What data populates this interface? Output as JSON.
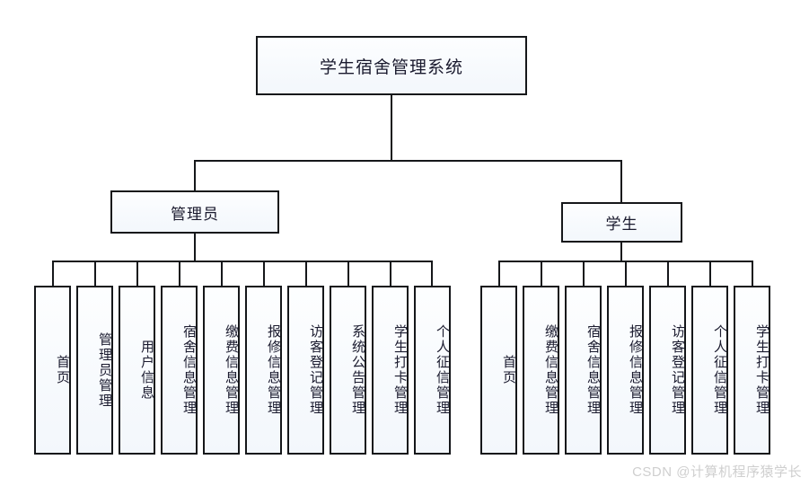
{
  "diagram": {
    "type": "hierarchy-tree",
    "title": "学生宿舍管理系统",
    "root": {
      "label": "学生宿舍管理系统"
    },
    "branches": [
      {
        "label": "管理员"
      },
      {
        "label": "学生"
      }
    ],
    "admin_leaves": [
      {
        "label": "首页"
      },
      {
        "label": "管理员管理"
      },
      {
        "label": "用户信息"
      },
      {
        "label": "宿舍信息管理"
      },
      {
        "label": "缴费信息管理"
      },
      {
        "label": "报修信息管理"
      },
      {
        "label": "访客登记管理"
      },
      {
        "label": "系统公告管理"
      },
      {
        "label": "学生打卡管理"
      },
      {
        "label": "个人征信管理"
      }
    ],
    "student_leaves": [
      {
        "label": "首页"
      },
      {
        "label": "缴费信息管理"
      },
      {
        "label": "宿舍信息管理"
      },
      {
        "label": "报修信息管理"
      },
      {
        "label": "访客登记管理"
      },
      {
        "label": "个人征信管理"
      },
      {
        "label": "学生打卡管理"
      }
    ]
  },
  "watermark": {
    "text": "CSDN @计算机程序猿学长"
  },
  "colors": {
    "line": "#15171a",
    "box_fill": "#f7fafd",
    "text": "#1a1a2e",
    "watermark": "#cfcfcf",
    "background": "#ffffff"
  }
}
